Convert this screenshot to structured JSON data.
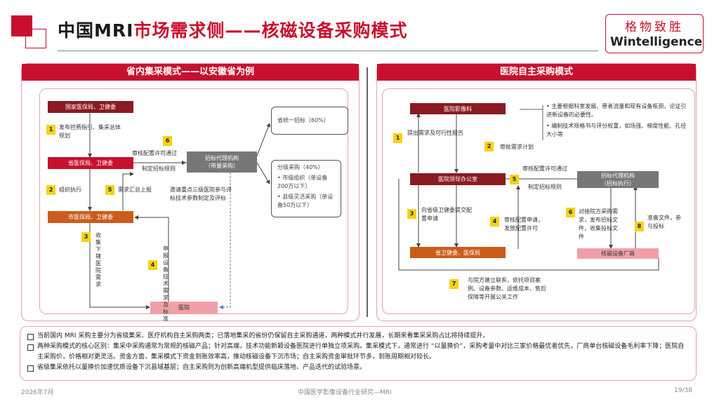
{
  "header": {
    "title_a": "中国MRI",
    "title_b": "市场需求侧——核磁设备采购模式",
    "logo_cn": "格物致胜",
    "logo_en": "Wintelligence"
  },
  "left": {
    "title": "省内集采模式——以安徽省为例",
    "box_national": "国家医保局、卫健委",
    "box_province": "省医保局、卫健委",
    "box_city": "市医保局、卫健委",
    "box_hospital": "医院",
    "box_agency": "招标代理机构\n（带量采购）",
    "step1": "发布控费指引、集采总体\n规划",
    "step2": "组织执行",
    "step3": "收集下辖医院需求",
    "step4": "申报设备技术需求及标准",
    "step5": "需求汇总上报",
    "step6_a": "审核配置许可通过",
    "step6_b": "制定招标规则",
    "invite": "邀请重点三级医院参与评\n标技术参数制定及评标",
    "unified": "省统一招标（60%）",
    "tier_title": "分级采购（40%）",
    "tier_1": "市级组织（单设备200万以下）",
    "tier_2": "县级灵活采购（单设备50万以下）",
    "nums": [
      "1",
      "2",
      "3",
      "4",
      "5",
      "6"
    ]
  },
  "right": {
    "title": "医院自主采购模式",
    "box_imaging": "医院影像科",
    "box_leader": "医院领导办公室",
    "box_provgov": "省卫健委、医保局",
    "box_agency": "招标代理机构\n（招标执行）",
    "box_vendor": "核磁设备厂商",
    "bullet_1": "主要根据科室发展、患者流量和现有设备瓶颈，论证引进新设备的必要性。",
    "bullet_2": "编制技术规格书与评分权重，如场强、梯度性能、孔径大小等",
    "step1": "提出需求及可行性报告",
    "step2": "审批需求计划",
    "step3": "向省级卫健委提交配置申请",
    "step4": "审核配置申请，发放配置许可",
    "step5_a": "审核配置许可通过",
    "step5_b": "制定招标规则",
    "step6": "对接院方采购需求，发布招标文件，收集投标文件",
    "step7": "与院方建立联系，依托项目案例、设备参数、运维成本、售后保障等开展公关工作",
    "step8": "准备文件，参与投标",
    "nums": [
      "1",
      "2",
      "3",
      "4",
      "5",
      "6",
      "7",
      "8"
    ]
  },
  "notes": [
    "当前国内 MRI 采购主要分为省级集采、医疗机构自主采购两类；已落地集采的省份仍保留自主采购通道，两种模式并行发展，长期来看集采采购占比将持续提升。",
    "两种采购模式的核心区别：集采中采购通常为常规的核磁产品；针对高端，技术功能新颖设备医院进行单独立项采购。集采模式下，通常进行 “以量换价”，采购考量中对比三家价格最优者优先，厂商单台核磁设备毛利率下降；医院自主采购价，价格相对更灵活。资金方面，集采模式下资金到账效率高，推动核磁设备下沉市场；自主采购资金审批环节多，到账周期相对较长。",
    "省级集采依托以量换价加速优质设备下沉县域基层；自主采购则为创新高端机型提供临床落地、产品迭代的试验场景。"
  ],
  "footer": {
    "date": "2026年7月",
    "center": "中国医学影像设备行业研究—MRI",
    "page": "19/38"
  }
}
